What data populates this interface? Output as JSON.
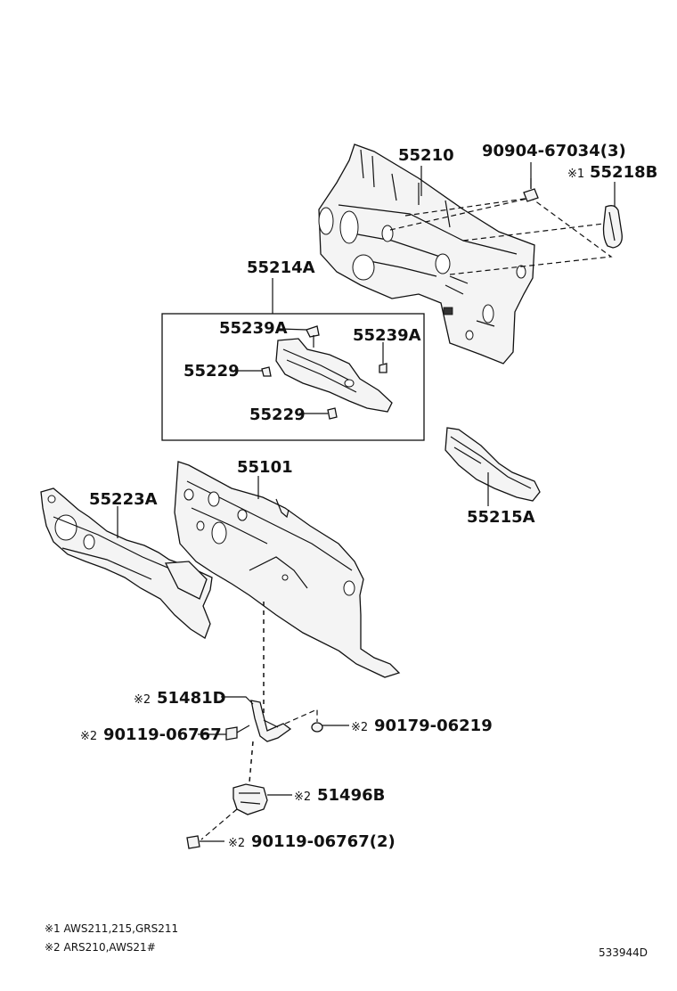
{
  "diagram": {
    "labels": {
      "p55210": "55210",
      "p90904": "90904-67034(3)",
      "p55218b_mark": "※1",
      "p55218b": "55218B",
      "p55214a": "55214A",
      "p55239a_left": "55239A",
      "p55239a_right": "55239A",
      "p55229_top": "55229",
      "p55229_bottom": "55229",
      "p55101": "55101",
      "p55223a": "55223A",
      "p55215a": "55215A",
      "p51481d_mark": "※2",
      "p51481d": "51481D",
      "p90119a_mark": "※2",
      "p90119a": "90119-06767",
      "p90179_mark": "※2",
      "p90179": "90179-06219",
      "p51496b_mark": "※2",
      "p51496b": "51496B",
      "p90119b_mark": "※2",
      "p90119b": "90119-06767(2)"
    },
    "notes": {
      "note1": "※1 AWS211,215,GRS211",
      "note2": "※2 ARS210,AWS21#"
    },
    "diagram_id": "533944D"
  }
}
